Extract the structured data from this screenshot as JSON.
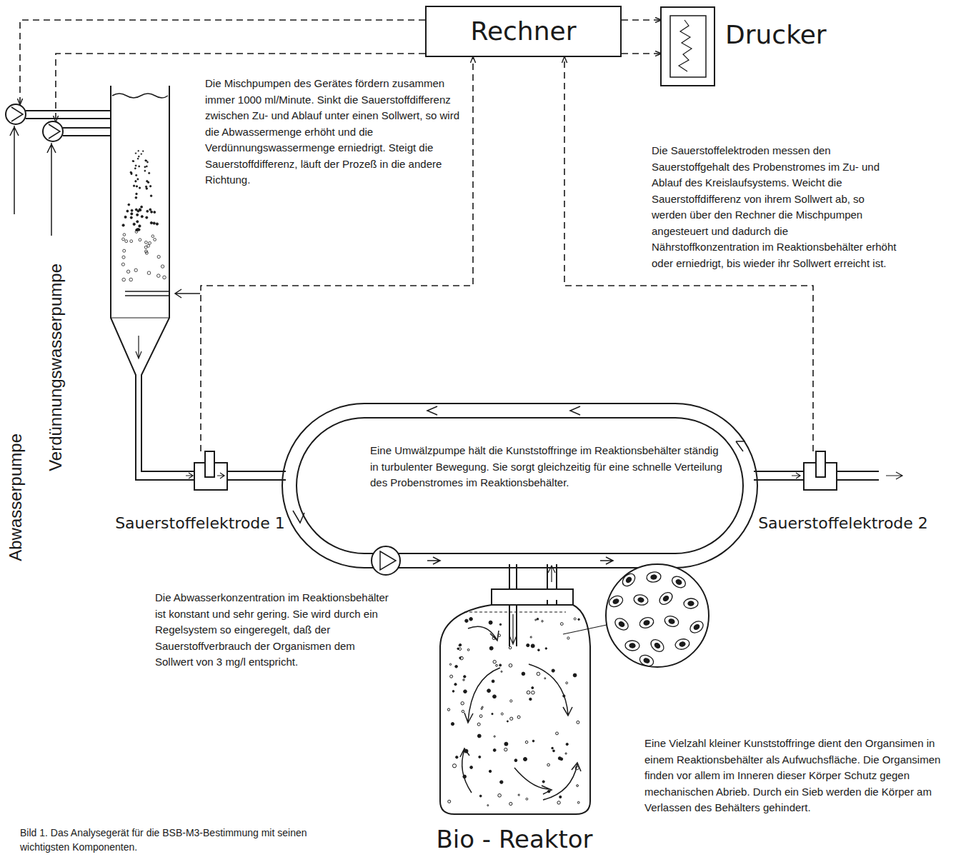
{
  "diagram": {
    "caption": "Bild 1. Das Analysegerät für die BSB-M3-Bestimmung mit seinen wichtigsten Komponenten.",
    "nodes": [
      {
        "text": [
          "Rechner"
        ]
      },
      {
        "text": [
          "Drucker"
        ]
      },
      {
        "text": [
          "Abwasserpumpe"
        ]
      },
      {
        "text": [
          "Verdünnungswasserpumpe"
        ]
      },
      {
        "text": [
          "Sauerstoffelektrode 1"
        ]
      },
      {
        "text": [
          "Sauerstoffelektrode 2"
        ]
      },
      {
        "text": [
          "Bio - Reaktor"
        ]
      }
    ],
    "edges": [
      {
        "from": 0,
        "to": 2,
        "arrow": "to"
      },
      {
        "from": 0,
        "to": 3,
        "arrow": "to"
      },
      {
        "from": 0,
        "to": 1,
        "arrow": "to"
      },
      {
        "from": 0,
        "to": 1,
        "arrow": "to"
      },
      {
        "from": 4,
        "to": 0,
        "arrow": "to"
      },
      {
        "from": 5,
        "to": 0,
        "arrow": "to"
      }
    ],
    "labels": [
      "Die Mischpumpen des Gerätes fördern zusammen immer 1000 ml/Minute. Sinkt die Sauerstoffdifferenz zwischen Zu- und Ablauf unter einen Sollwert, so wird die Abwassermenge erhöht und die Verdünnungswassermenge erniedrigt. Steigt die Sauerstoffdifferenz, läuft der Prozeß in die andere Richtung.",
      "Die Sauerstoffelektroden messen den Sauerstoffgehalt des Probenstromes im Zu- und Ablauf des Kreislaufsystems. Weicht die Sauerstoffdifferenz von ihrem Sollwert ab, so werden über den Rechner die Mischpumpen angesteuert und dadurch die Nährstoffkonzentration im Reaktionsbehälter erhöht oder erniedrigt, bis wieder ihr Sollwert erreicht ist.",
      "Eine Umwälzpumpe hält die Kunststoffringe im Reaktionsbehälter ständig in turbulenter Bewegung. Sie sorgt gleichzeitig für eine schnelle Verteilung des Probenstromes im Reaktionsbehälter.",
      "Die Abwasserkonzentration im Reaktionsbehälter ist konstant und sehr gering. Sie wird durch ein Regelsystem so eingeregelt, daß der Sauerstoffverbrauch der Organismen dem Sollwert von 3 mg/l entspricht.",
      "Eine Vielzahl kleiner Kunststoffringe dient den Organsimen in einem Reaktionsbehälter als Aufwuchsfläche. Die Organsimen finden vor allem im Inneren dieser Körper Schutz gegen mechanischen Abrieb. Durch ein Sieb werden die Körper am Verlassen des Behälters gehindert."
    ]
  }
}
